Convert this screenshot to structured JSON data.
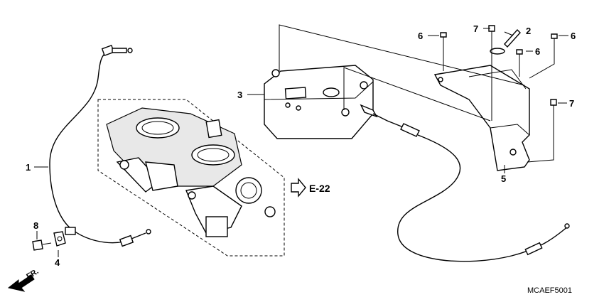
{
  "diagram_code": "MCAEF5001",
  "reference": {
    "arrow_icon": "hollow-right-arrow",
    "label": "E-22"
  },
  "direction_marker": {
    "icon": "front-arrow",
    "label": "FR."
  },
  "callouts": [
    {
      "id": "c1",
      "text": "1"
    },
    {
      "id": "c2",
      "text": "2"
    },
    {
      "id": "c3",
      "text": "3"
    },
    {
      "id": "c4",
      "text": "4"
    },
    {
      "id": "c5",
      "text": "5"
    },
    {
      "id": "c6a",
      "text": "6"
    },
    {
      "id": "c6b",
      "text": "6"
    },
    {
      "id": "c6c",
      "text": "6"
    },
    {
      "id": "c7a",
      "text": "7"
    },
    {
      "id": "c7b",
      "text": "7"
    },
    {
      "id": "c8",
      "text": "8"
    }
  ]
}
